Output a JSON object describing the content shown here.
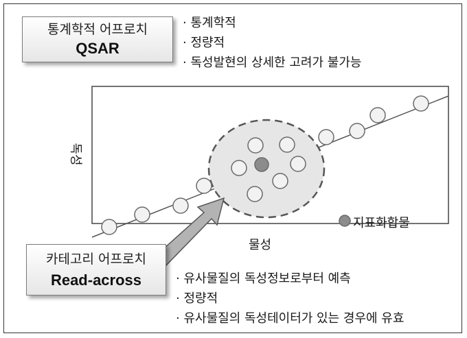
{
  "qsar": {
    "title": "통계학적 어프로치",
    "name": "QSAR",
    "bullets": [
      "통계학적",
      "정량적",
      "독성발현의 상세한 고려가 불가능"
    ]
  },
  "readacross": {
    "title": "카테고리 어프로치",
    "name": "Read-across",
    "bullets": [
      "유사물질의 독성정보로부터 예측",
      "정량적",
      "유사물질의 독성테이터가 있는 경우에 유효"
    ]
  },
  "plot": {
    "y_label": "독성",
    "x_label": "물성",
    "legend_label": "지표화합물"
  },
  "colors": {
    "point_fill": "#f2f2f2",
    "target_fill": "#8c8c8c",
    "cluster_fill": "#e6e6e6",
    "arrow_fill": "#b3b3b3"
  }
}
